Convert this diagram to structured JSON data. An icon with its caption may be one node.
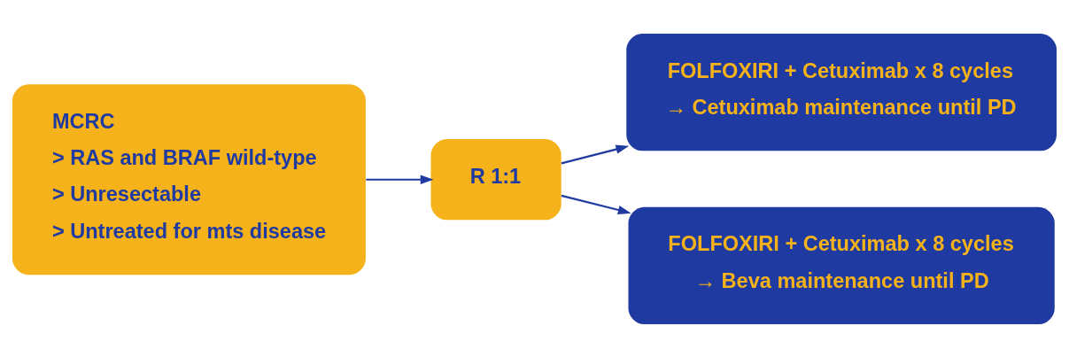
{
  "diagram": {
    "nodes": [
      {
        "text": [
          "MCRC",
          "> RAS and BRAF wild-type",
          "> Unresectable",
          "> Untreated for mts disease"
        ]
      },
      {
        "text": [
          "R 1:1"
        ]
      },
      {
        "text": [
          "FOLFOXIRI + Cetuximab x 8 cycles",
          "→ Cetuximab maintenance until PD"
        ]
      },
      {
        "text": [
          "FOLFOXIRI + Cetuximab x 8 cycles",
          "→ Beva maintenance until PD"
        ]
      }
    ],
    "edges": [
      {
        "from": 0,
        "to": 1,
        "arrow": "to"
      },
      {
        "from": 1,
        "to": 2,
        "arrow": "to"
      },
      {
        "from": 1,
        "to": 3,
        "arrow": "to"
      }
    ]
  }
}
